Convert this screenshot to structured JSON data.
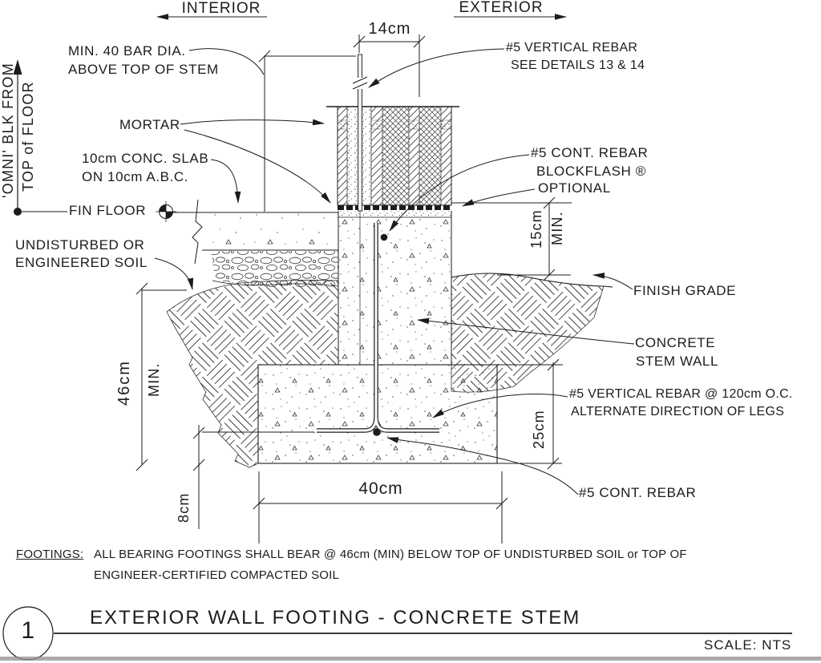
{
  "colors": {
    "ink": "#1c1c1c",
    "paper": "#ffffff"
  },
  "header": {
    "interior": "INTERIOR",
    "exterior": "EXTERIOR"
  },
  "labels": {
    "min_bar": [
      "MIN. 40 BAR DIA.",
      "ABOVE TOP OF STEM"
    ],
    "vertical_rebar_top": [
      "#5  VERTICAL REBAR",
      "SEE DETAILS 13 & 14"
    ],
    "mortar": "MORTAR",
    "conc_slab": [
      "10cm CONC. SLAB",
      "ON 10cm A.B.C."
    ],
    "cont_rebar_upper": "#5 CONT. REBAR",
    "blockflash": [
      "BLOCKFLASH ®",
      "OPTIONAL"
    ],
    "fin_floor": "FIN FLOOR",
    "omni_blk": [
      "'OMNI' BLK FROM",
      "TOP of FLOOR"
    ],
    "undisturbed_soil": [
      "UNDISTURBED OR",
      "ENGINEERED SOIL"
    ],
    "finish_grade": "FINISH GRADE",
    "concrete_stem_wall": [
      "CONCRETE",
      "STEM WALL"
    ],
    "vertical_rebar_footing": [
      "#5 VERTICAL REBAR @ 120cm O.C.",
      "ALTERNATE DIRECTION OF LEGS"
    ],
    "cont_rebar_lower": "#5 CONT. REBAR"
  },
  "dimensions": {
    "stem_width": "14cm",
    "grade_depth": "15cm",
    "grade_depth_min": "MIN.",
    "bearing_depth": "46cm",
    "bearing_depth_min": "MIN.",
    "footing_height": "25cm",
    "rebar_clearance": "8cm",
    "footing_width": "40cm"
  },
  "notes": {
    "heading": "FOOTINGS:",
    "body_line1": "ALL BEARING FOOTINGS SHALL BEAR @ 46cm (MIN) BELOW TOP OF UNDISTURBED SOIL or TOP OF",
    "body_line2": "ENGINEER-CERTIFIED COMPACTED SOIL"
  },
  "title_block": {
    "detail_number": "1",
    "title": "EXTERIOR WALL FOOTING - CONCRETE STEM",
    "scale": "SCALE: NTS"
  }
}
